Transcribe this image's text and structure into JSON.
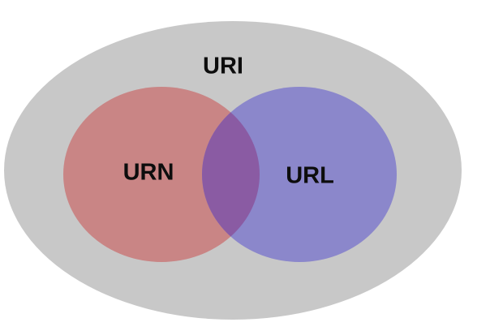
{
  "diagram": {
    "outer_set": {
      "label": "URI",
      "color": "#c8c8c8"
    },
    "left_set": {
      "label": "URN",
      "color": "#c98585"
    },
    "right_set": {
      "label": "URL",
      "color": "#8b87cb"
    },
    "overlap_color": "#8a5ba3"
  }
}
